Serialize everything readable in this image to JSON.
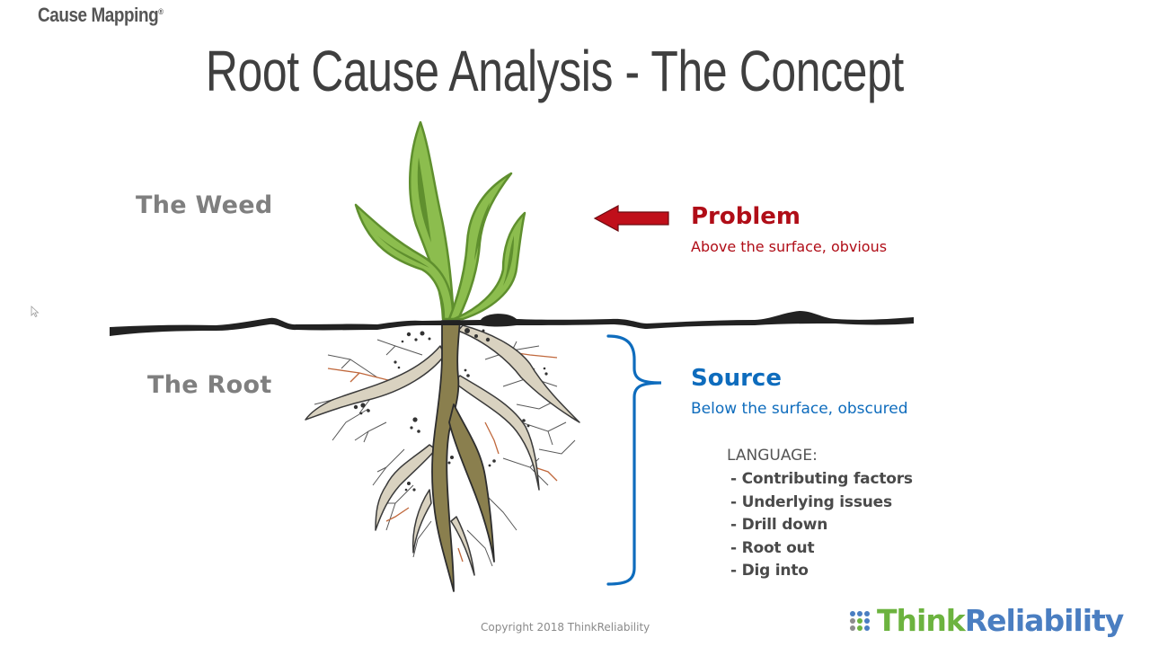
{
  "header": {
    "brand": "Cause Mapping",
    "brand_mark": "®",
    "title": "Root Cause Analysis - The Concept"
  },
  "labels": {
    "weed": "The Weed",
    "root": "The Root"
  },
  "problem": {
    "title": "Problem",
    "subtitle": "Above the surface, obvious",
    "color": "#b00d17",
    "arrow_icon": "left-arrow-icon"
  },
  "source": {
    "title": "Source",
    "subtitle": "Below the surface, obscured",
    "color": "#0e6cbd",
    "bracket_icon": "curly-brace-icon"
  },
  "language": {
    "heading": "LANGUAGE:",
    "items": [
      "- Contributing factors",
      "- Underlying issues",
      "- Drill down",
      "- Root out",
      "- Dig into"
    ]
  },
  "illustration": {
    "plant_icon": "weed-plant-icon",
    "roots_icon": "roots-icon",
    "ground_icon": "ground-line-icon",
    "leaf_color": "#8cbd4e",
    "leaf_dark": "#5f8f2e",
    "root_color": "#8a7f4e",
    "root_light": "#d9d2c0",
    "rootlet_orange": "#c0683c"
  },
  "footer": {
    "copyright": "Copyright 2018 ThinkReliability",
    "logo_think": "Think",
    "logo_reliability": "Reliability",
    "logo_think_color": "#6cb33f",
    "logo_reliability_color": "#4a7ec1"
  }
}
